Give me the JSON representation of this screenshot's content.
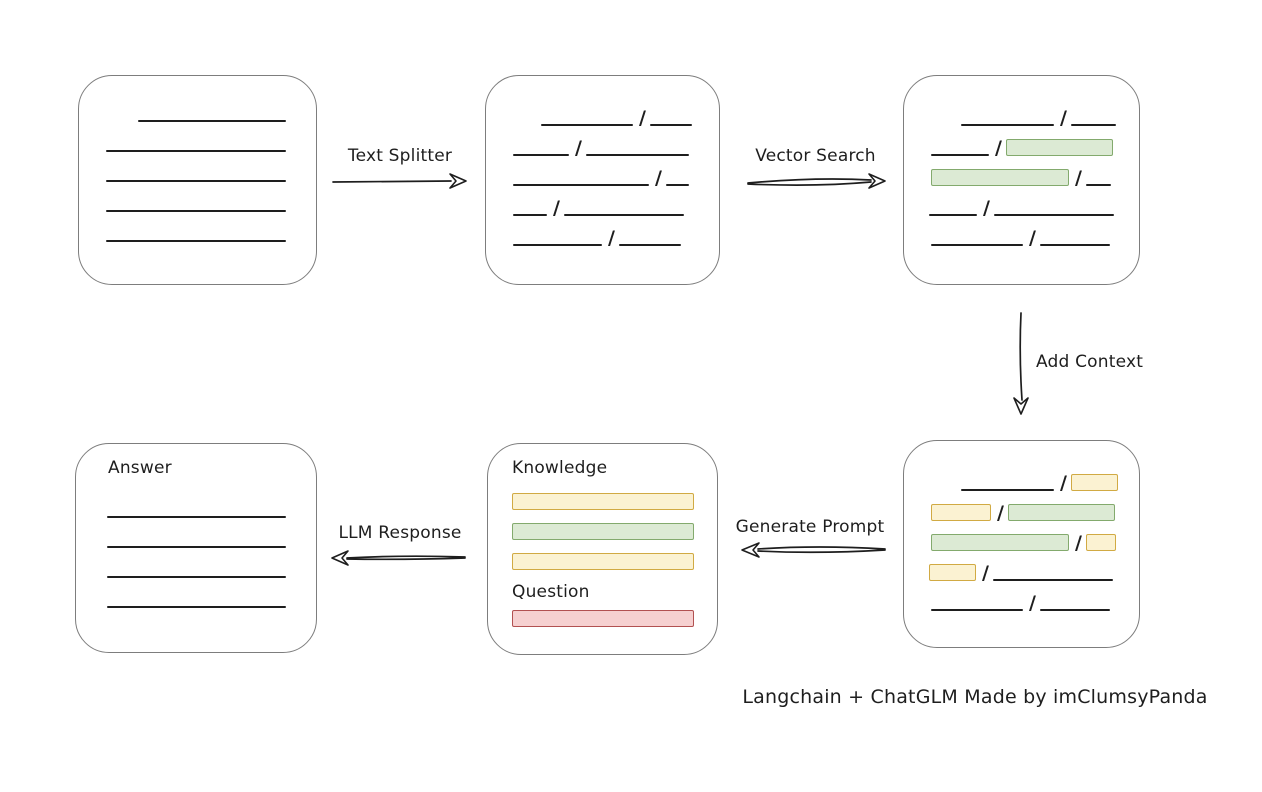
{
  "glyphs": {
    "slash": "/"
  },
  "colors": {
    "ink": "#1e1e1e",
    "box-border": "#7d7d7d",
    "green-fill": "#dcead4",
    "green-stroke": "#83aa6d",
    "yellow-fill": "#fbf2d2",
    "yellow-stroke": "#d1aa43",
    "red-fill": "#f6d0d0",
    "red-stroke": "#b25151"
  },
  "arrows": [
    {
      "id": "text-splitter",
      "label": "Text Splitter",
      "direction": "right"
    },
    {
      "id": "vector-search",
      "label": "Vector Search",
      "direction": "right"
    },
    {
      "id": "add-context",
      "label": "Add Context",
      "direction": "down"
    },
    {
      "id": "generate-prompt",
      "label": "Generate Prompt",
      "direction": "left"
    },
    {
      "id": "llm-response",
      "label": "LLM Response",
      "direction": "left"
    }
  ],
  "nodes": {
    "document": {
      "rows": [
        {
          "indent": 59,
          "segs": [
            {
              "t": "line",
              "w": 148
            }
          ]
        },
        {
          "indent": 27,
          "segs": [
            {
              "t": "line",
              "w": 180
            }
          ]
        },
        {
          "indent": 27,
          "segs": [
            {
              "t": "line",
              "w": 180
            }
          ]
        },
        {
          "indent": 27,
          "segs": [
            {
              "t": "line",
              "w": 180
            }
          ]
        },
        {
          "indent": 27,
          "segs": [
            {
              "t": "line",
              "w": 180
            }
          ]
        }
      ]
    },
    "split_text": {
      "rows": [
        {
          "indent": 55,
          "segs": [
            {
              "t": "line",
              "w": 92
            },
            {
              "t": "slash"
            },
            {
              "t": "line",
              "w": 42
            }
          ]
        },
        {
          "indent": 27,
          "segs": [
            {
              "t": "line",
              "w": 56
            },
            {
              "t": "slash"
            },
            {
              "t": "line",
              "w": 103
            }
          ]
        },
        {
          "indent": 27,
          "segs": [
            {
              "t": "line",
              "w": 136
            },
            {
              "t": "slash"
            },
            {
              "t": "line",
              "w": 23
            }
          ]
        },
        {
          "indent": 27,
          "segs": [
            {
              "t": "line",
              "w": 34
            },
            {
              "t": "slash"
            },
            {
              "t": "line",
              "w": 120
            }
          ]
        },
        {
          "indent": 27,
          "segs": [
            {
              "t": "line",
              "w": 89
            },
            {
              "t": "slash"
            },
            {
              "t": "line",
              "w": 62
            }
          ]
        }
      ]
    },
    "vector_matches": {
      "rows": [
        {
          "indent": 57,
          "segs": [
            {
              "t": "line",
              "w": 93
            },
            {
              "t": "slash"
            },
            {
              "t": "line",
              "w": 45
            }
          ]
        },
        {
          "indent": 27,
          "segs": [
            {
              "t": "line",
              "w": 58
            },
            {
              "t": "slash"
            },
            {
              "t": "green",
              "w": 107
            }
          ]
        },
        {
          "indent": 27,
          "segs": [
            {
              "t": "green",
              "w": 138
            },
            {
              "t": "slash"
            },
            {
              "t": "line",
              "w": 25
            }
          ]
        },
        {
          "indent": 25,
          "segs": [
            {
              "t": "line",
              "w": 48
            },
            {
              "t": "slash"
            },
            {
              "t": "line",
              "w": 120
            }
          ]
        },
        {
          "indent": 27,
          "segs": [
            {
              "t": "line",
              "w": 92
            },
            {
              "t": "slash"
            },
            {
              "t": "line",
              "w": 70
            }
          ]
        }
      ]
    },
    "context_chunks": {
      "rows": [
        {
          "indent": 57,
          "segs": [
            {
              "t": "line",
              "w": 93
            },
            {
              "t": "slash"
            },
            {
              "t": "yellow",
              "w": 47
            }
          ]
        },
        {
          "indent": 27,
          "segs": [
            {
              "t": "yellow",
              "w": 60
            },
            {
              "t": "slash"
            },
            {
              "t": "green",
              "w": 107
            }
          ]
        },
        {
          "indent": 27,
          "segs": [
            {
              "t": "green",
              "w": 138
            },
            {
              "t": "slash"
            },
            {
              "t": "yellow",
              "w": 30
            }
          ]
        },
        {
          "indent": 25,
          "segs": [
            {
              "t": "yellow",
              "w": 47
            },
            {
              "t": "slash"
            },
            {
              "t": "line",
              "w": 120
            }
          ]
        },
        {
          "indent": 27,
          "segs": [
            {
              "t": "line",
              "w": 92
            },
            {
              "t": "slash"
            },
            {
              "t": "line",
              "w": 70
            }
          ]
        }
      ]
    },
    "prompt": {
      "knowledge_label": "Knowledge",
      "question_label": "Question",
      "knowledge_rows": [
        {
          "indent": 0,
          "segs": [
            {
              "t": "yellow",
              "w": 182
            }
          ]
        },
        {
          "indent": 0,
          "segs": [
            {
              "t": "green",
              "w": 182
            }
          ]
        },
        {
          "indent": 0,
          "segs": [
            {
              "t": "yellow",
              "w": 182
            }
          ]
        }
      ],
      "question_rows": [
        {
          "indent": 0,
          "segs": [
            {
              "t": "red",
              "w": 182
            }
          ]
        }
      ]
    },
    "answer": {
      "label": "Answer",
      "rows": [
        {
          "indent": 31,
          "segs": [
            {
              "t": "line",
              "w": 179
            }
          ]
        },
        {
          "indent": 31,
          "segs": [
            {
              "t": "line",
              "w": 179
            }
          ]
        },
        {
          "indent": 31,
          "segs": [
            {
              "t": "line",
              "w": 179
            }
          ]
        },
        {
          "indent": 31,
          "segs": [
            {
              "t": "line",
              "w": 179
            }
          ]
        }
      ]
    }
  },
  "footer": {
    "credit": "Langchain + ChatGLM Made by imClumsyPanda"
  }
}
